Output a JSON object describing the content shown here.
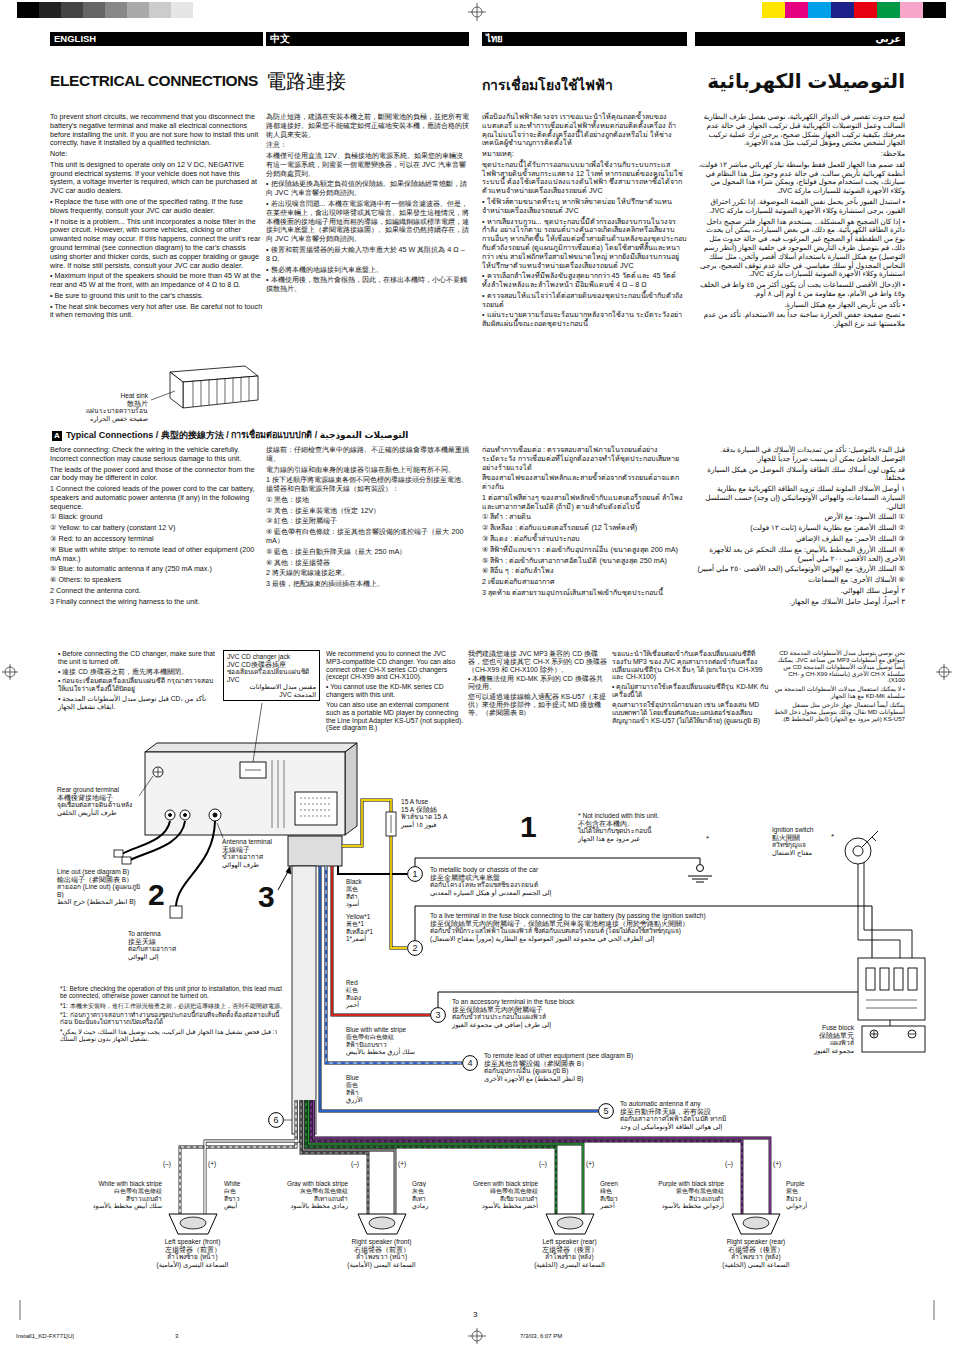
{
  "diagram": {
    "nodes": [
      {
        "text": [
          "ENGLISH"
        ]
      },
      {
        "text": [
          "中文"
        ]
      },
      {
        "text": [
          "ไทย"
        ]
      },
      {
        "text": [
          "عربي"
        ]
      },
      {
        "text": [
          "A"
        ]
      },
      {
        "text": [
          "JVC CD changer jack",
          "JVC CD換碟器插座",
          "ช่องเสียบเครื่องเปลี่ยนแผ่นซีดี JVC",
          "مقبس مبدل الاسطوانات المدمجة JVC"
        ]
      },
      {
        "text": [
          "1"
        ]
      },
      {
        "text": [
          "2"
        ]
      },
      {
        "text": [
          "3"
        ]
      },
      {
        "text": [
          "4"
        ]
      },
      {
        "text": [
          "5"
        ]
      },
      {
        "text": [
          "6"
        ]
      },
      {
        "text": [
          "Left speaker (front)",
          "左揚聲器（前置）",
          "ลำโพงซ้าย (หน้า)",
          "السماعة اليسرى (الأمامية)"
        ]
      },
      {
        "text": [
          "Right speaker (front)",
          "右揚聲器（前置）",
          "ลำโพงขวา (หน้า)",
          "السماعة اليمنى (الأمامية)"
        ]
      },
      {
        "text": [
          "Left speaker (rear)",
          "左揚聲器（後置）",
          "ลำโพงซ้าย (หลัง)",
          "السماعة اليسرى (الخلفية)"
        ]
      },
      {
        "text": [
          "Right speaker (rear)",
          "右揚聲器（後置）",
          "ลำโพงขวา (หลัง)",
          "السماعة اليمنى (الخلفية)"
        ]
      }
    ],
    "labels": [
      "ELECTRICAL CONNECTIONS",
      "To prevent short circuits, we recommend that you disconnect the battery's negative terminal and make all electrical connections before installing the unit. If you are not sure how to install this unit correctly, have it installed by a qualified technician.",
      "Note:",
      "This unit is designed to operate only on 12 V DC, NEGATIVE ground electrical systems. If your vehicle does not have this system, a voltage inverter is required, which can be purchased at JVC car audio dealers.",
      "• Replace the fuse with one of the specified rating. If the fuse blows frequently, consult your JVC car audio dealer.",
      "• If noise is a problem... This unit incorporates a noise filter in the power circuit. However, with some vehicles, clicking or other unwanted noise may occur. If this happens, connect the unit's rear ground terminal (see connection diagram) to the car's chassis using shorter and thicker cords, such as copper braiding or gauge wire. If noise still persists, consult your JVC car audio dealer.",
      "• Maximum input of the speakers should be more than 45 W at the rear and 45 W at the front, with an impedance of 4 Ω to 8 Ω.",
      "• Be sure to ground this unit to the car's chassis.",
      "• The heat sink becomes very hot after use. Be careful not to touch it when removing this unit.",
      "電路連接",
      "為防止短路，建議在安裝本機之前，斷開電池的負極，並把所有電路都連接好。如果您不能確定如何正確地安裝本機，應請合格的技術人員來安裝。",
      "注意：",
      "本機僅可使用直流 12V、負極接地的電源系統。如果您的車輛沒有這一電源系統，則需要一個電壓變換器，可以在 JVC 汽車音響分銷商處買到。",
      "• 把保險絲更換為額定負荷值的保險絲。如果保險絲經常燒斷，請向 JVC 汽車音響分銷商諮詢。",
      "• 若出現噪音問題... 本機在電源電路中有一個噪音濾波器。但是，在某些車輛上，會出現咔嗒聲或其它噪音。如果發生這種情況，將本機後面的接地端子用短而粗的導線，如編織銅線或標準電纜，連接到汽車底盤上（參閱電路接線圖）。如果噪音仍然持續存在，請向 JVC 汽車音響分銷商諮詢。",
      "• 後置和前置揚聲器的最大輸入功率應大於 45 W 其阻抗為 4 Ω – 8 Ω。",
      "• 務必將本機的地線接到汽車底盤上。",
      "• 本機使用後，散熱片會很熱，因此，在移出本機時，小心不要觸摸散熱片。",
      "การเชื่อมโยงใช้ไฟฟ้า",
      "เพื่อป้องกันไฟฟ้าลัดวงจร เราขอแนะนำให้คุณถอดขั้วลบของแบตเตอรี่ และทำการเชื่อมต่อไฟฟ้าทั้งหมดก่อนติดตั้งเครื่อง ถ้าคุณไม่แน่ใจว่าจะติดตั้งเครื่องนี้ได้อย่างถูกต้องหรือไม่ ให้ช่างเทคนิคผู้ชำนาญการติดตั้งให้",
      "หมายเหตุ:",
      "ชุดประกอบนี้ได้รับการออกแบบมาเพื่อใช้งานกับระบบกระแสไฟฟ้าสายดินขั้วลบกระแสตรง 12 โวลท์ หากรถยนต์ของคุณไม่ใช่ระบบนี้ ต้องใช้เครื่องแปลงแรงดันไฟฟ้า ซึ่งสามารถหาซื้อได้จากตัวแทนจำหน่ายเครื่องเสียงรถยนต์ JVC",
      "• ใช้ฟิวส์ตามขนาดที่ระบุ หากฟิวส์ขาดบ่อย ให้ปรึกษาตัวแทนจำหน่ายเครื่องเสียงรถยนต์ JVC",
      "• หากเสียงรบกวน... ชุดประกอบนี้มีตัวกรองเสียงรบกวนในวงจรกำลัง อย่างไรก็ตาม รถยนต์บางคันอาจเกิดเสียงคลิกหรือเสียงรบกวนอื่นๆ หากเกิดขึ้น ให้เชื่อมต่อขั้วสายดินด้านหลังของชุดประกอบกับตัวถังรถยนต์ (ดูแผนภูมิการเชื่อมต่อ) โดยใช้สายที่สั้นและหนากว่า เช่น สายไฟถักหรือสายไฟขนาดใหญ่ หากยังมีเสียงรบกวนอยู่ ให้ปรึกษาตัวแทนจำหน่ายเครื่องเสียงรถยนต์ JVC",
      "• ควรเลือกลำโพงที่มีพลังขับสูงสุดมากกว่า 45 วัตต์ และ 45 วัตต์ ทั้งลำโพงหลังและลำโพงหน้า มีอิมพีแดนซ์ 4 Ω – 8 Ω",
      "• ตรวจสอบให้แน่ใจว่าได้ต่อสายดินของชุดประกอบนี้เข้ากับตัวถังรถยนต์",
      "• แผ่นระบายความร้อนจะร้อนมากหลังจากใช้งาน ระมัดระวังอย่าสัมผัสแผ่นนี้ขณะถอดชุดประกอบนี้",
      "التوصيلات الكهربائية",
      "لمنع حدوث تقصير في الدوائر الكهربائية، نوصي بفصل طرف البطارية السالب وعمل التوصيلات الكهربائية قبل تركيب الجهاز. في حالة عدم معرفتك بكيفية تركيب الجهاز بشكل صحيح، يرجى ترك عملية تركيب الجهاز لشخص مختص ومؤهل لتركيب مثل هذه الأجهزة.",
      "ملاحظة:",
      "لقد صمم هذا الجهاز للعمل فقط بواسطة تيار كهربائي مباشر ١٢ فولت، أنظمة كهربائية تأريض سالب. في حالة عدم وجود مثل هذا النظام في سيارتك، يجب استخدام محول فولتاج، ويمكن شراء هذا المحول من وكلاء الأجهزة الصوتية للسيارات ماركة JVC.",
      "• استبدل الفيوز بآخر يحمل نفس القيمة الموصوفة. إذا تكرر احتراق الفيوز، يرجى استشارة وكلاء الأجهزة الصوتية للسيارات ماركة JVC.",
      "• إذا كان الضجيج هو المشكلة... يستخدم هذا الجهاز فلتر ضجيج داخل دائرة الطاقة الكهربائية. مع ذلك، في بعض السيارات، يمكن أن يحدث نوع من الطقطقة أو الضجيج غير المرغوب فيه. في حالة حدوث مثل ذلك، قم بتوصيل طرف التأريض الموجود في خلفية الجهاز (أنظر رسم التوصيل) مع هيكل السيارة باستخدام أسلاك أقصر وأثخن، مثل سلك النحاس المجدول أو سلك مقياسي. في حالة عدم توقف الضجيج، يرجى استشارة وكلاء الأجهزة الصوتية للسيارات ماركة JVC.",
      "• الإدخال الأقصى للسماعات يجب أن يكون أكثر من ٤٥ واط في الخلف و٤٥ واط في الأمام، مع مقاومة من ٤ أوم إلى ٨ أوم.",
      "• تأكد من تأريض الجهاز مع هيكل السيارة.",
      "• تصبح صفيحة خفض الحرارة ساخنة جداً بعد الاستخدام. تأكد من عدم ملامستها عند نزع الجهاز.",
      "Heat sink",
      "散熱片",
      "แผ่นระบายความร้อน",
      "صفيحة خفض الحرارة",
      "Typical Connections / 典型的接線方法 / การเชื่อมต่อแบบปกติ / التوصيلات النموذجية",
      "Before connecting: Check the wiring in the vehicle carefully. Incorrect connection may cause serious damage to this unit.",
      "The leads of the power cord and those of the connector from the car body may be different in color.",
      "1 Connect the colored leads of the power cord to the car battery, speakers and automatic power antenna (if any) in the following sequence.",
      "① Black: ground",
      "② Yellow: to car battery (constant 12 V)",
      "③ Red: to an accessory terminal",
      "④ Blue with white stripe: to remote lead of other equipment (200 mA max.)",
      "⑤ Blue: to automatic antenna if any (250 mA max.)",
      "⑥ Others: to speakers",
      "2 Connect the antenna cord.",
      "3 Finally connect the wiring harness to the unit.",
      "接線前：仔細檢查汽車中的線路。不正確的接線會導致本機嚴重損壞。",
      "電力線的引線和由車身的連接器引線在顏色上可能有所不同。",
      "1 按下述順序將電源線束各個不同色標的導線接頭分別接至電池、揚聲器和自動電源升降天線（如有裝設）：",
      "① 黑色：接地",
      "② 黃色：接至車裝電池（恆定 12V）",
      "③ 紅色：接至附屬端子",
      "④ 藍色帶有白色條紋：接至其他音響設備的遙控端子（最大 200 mA）",
      "⑤ 藍色：接至自動升降天線（最大 250 mA）",
      "⑥ 其他：接至揚聲器",
      "2 將天線的電線連接起來。",
      "3 最後，把配線束的插頭插在本機上。",
      "ก่อนทำการเชื่อมต่อ : ตรวจสอบสายไฟภายในรถยนต์อย่างระมัดระวัง การเชื่อมต่อที่ไม่ถูกต้องอาจทำให้ชุดประกอบเสียหายอย่างร้ายแรงได้",
      "สีของสายไฟของสายไฟหลักและสายขั้วต่อจากตัวรถยนต์อาจแตกต่างกัน",
      "1 ต่อสายไฟสีต่างๆ ของสายไฟหลักเข้ากับแบตเตอรี่รถยนต์ ลำโพง และเสาอากาศอัตโนมัติ (ถ้ามี) ตามลำดับดังต่อไปนี้",
      "① สีดำ : สายดิน",
      "② สีเหลือง : ต่อกับแบตเตอรี่รถยนต์ (12 โวลท์คงที่)",
      "③ สีแดง : ต่อกับขั้วส่วนประกอบ",
      "④ สีฟ้าที่มีแถบขาว : ต่อเข้ากับอุปกรณ์อื่น (ขนาดสูงสุด 200 mA)",
      "⑤ สีฟ้า : ต่อเข้ากับเสาอากาศอัตโนมัติ (ขนาดสูงสุด 250 mA)",
      "⑥ สีอื่น ๆ : ต่อกับลำโพง",
      "2 เชื่อมต่อกับสายอากาศ",
      "3 สุดท้าย ต่อสายรวมอุปกรณ์เส้นสายไฟเข้ากับชุดประกอบนี้",
      "قبل البدء بالتوصيل: تأكد من تمديدات الأسلاك في السيارة بدقة. التوصيل الخاطئ يمكن أن يسبب ضرراً جدياً للجهاز.",
      "قد يكون لون أسلاك سلك الطاقة وأسلاك الموصل من هيكل السيارة مختلفاً.",
      "١ أوصل الأسلاك الملونة لسلك تزويد الطاقة الكهربائية مع بطارية السيارة، السماعات، والهوائي الأوتوماتيكي (إن وجد) حسب التسلسل التالي.",
      "① السلك الأسود: مع الأرض",
      "② السلك الأصفر: مع بطارية السيارة (ثابت ١٢ فولت)",
      "③ السلك الأحمر: مع الطرف الإضافي",
      "④ السلك الأزرق المخطط بالأبيض: مع سلك التحكم عن بعد للأجهزة الأخرى (الحد الأقصى ٢٠٠ ملي أمبير)",
      "⑤ السلك الأزرق: مع الهوائي الأوتوماتيكي (الحد الأقصى ٢٥٠ ملي أمبير)",
      "⑥ الأسلاك الأخرى: مع السماعات",
      "٢ أوصل سلك الهوائي.",
      "٣ أخيراً، أوصل حامل الأسلاك مع الجهاز.",
      "• Before connecting the CD changer, make sure that the unit is turned off.",
      "• 連接 CD 換碟器之前，應先將本機關閉。",
      "• ก่อนจะเชื่อมต่อเครื่องเปลี่ยนแผ่นซีดี กรุณาตรวจสอบให้แน่ใจว่าเครื่องนี้ได้ปิดอยู่",
      "• قبل توصيل مبدل الأسطوانات المدمجة CD، تأكد من ايقاف تشغيل الجهاز.",
      "We recommend you to connect the JVC MP3-compatible CD changer. You can also connect other CH-X series CD changers (except CH-X99 and CH-X100).",
      "• You cannot use the KD-MK series CD changers with this unit.",
      "You can also use an external component such as a portable MD player by connecting the Line Input Adapter KS-U57 (not supplied). (See diagram B.)",
      "我們建議您連接 JVC MP3 兼容的 CD 換碟器，您也可連接其它 CH-X 系列的 CD 換碟器（CH-X99 和 CH-X100 除外）。",
      "• 本機無法使用 KD-MK 系列的 CD 換碟器共同使用。",
      "您可以通過連接線輸入適配器 KS-U57（未提供）來使用外接部件，如手提式 MD 播放機等。（參閱圖表 B）",
      "ขอแนะนำให้เชื่อมต่อเข้ากับเครื่องเปลี่ยนแผ่นซีดีที่รองรับ MP3 ของ JVC คุณสามารถต่อเข้ากับเครื่องเปลี่ยนแผ่นซีดีรุ่น CH-X อื่นๆ ได้ (ยกเว้นรุ่น CH-X99 และ CH-X100)",
      "• คุณไม่สามารถใช้เครื่องเปลี่ยนแผ่นซีดีรุ่น KD-MK กับเครื่องนี้ได้",
      "คุณสามารถใช้อุปกรณ์ภายนอก เช่น เครื่องเล่น MD แบบพกพาได้ โดยเชื่อมต่อกับอะแดปเตอร์ช่องเสียบสัญญาณเข้า KS-U57 (ไม่ได้ให้มาด้วย) (ดูแผนภูมิ B)",
      "نحن نوصي بتوصيل مبدل الأسطوانات المدمجة CD متوافق مع أسطوانات MP3 من صناعة JVC. يمكنك أيضاً توصيل مبدلات الأسطوانات المدمجة CD من سلسلة CH-X الأخرى (باستثناء CH-X99 و CH-X100).",
      "• لا يمكنك استعمال مبدلات الأسطوانات المدمجة من سلسلة KD-MK مع هذا الجهاز.",
      "يمكنك أيضاً استعمال جهاز خارجي مثل مشغل أسطوانات MD نقال، وذلك بتوصيل محول دخل الخط KS-U57 (غير مزود مع الجهاز) (انظر المخطط B).",
      "Rear ground terminal",
      "本機後背接地端子",
      "จุดเชื่อมต่อสายดินด้านหลัง",
      "طرف التأريض الخلفي",
      "Antenna terminal",
      "天線端子",
      "ขั้วสายอากาศ",
      "طرف الهوائي",
      "Line out (see diagram B)",
      "輸出端子（參閱圖表 B）",
      "สายออก (Line out) (ดูแผนภูมิ B)",
      "خرج الخط (انظر المخطط B)",
      "To antenna",
      "接至天線",
      "ต่อกับสายอากาศ",
      "إلى الهوائي",
      "15 A fuse",
      "15 A 保險絲",
      "ฟิวส์ขนาด 15 A",
      "فيوز ١٥ أمبير",
      "Black",
      "黑色",
      "สีดำ",
      "أسود",
      "Yellow*1",
      "黃色*1",
      "สีเหลือง*1",
      "أصفر*1",
      "Red",
      "紅色",
      "สีแดง",
      "أحمر",
      "Blue with white stripe",
      "藍色帶有白色條紋",
      "สีฟ้ามีแถบขาว",
      "سلك أزرق مخطط بالأبيض",
      "Blue",
      "藍色",
      "สีฟ้า",
      "الأزرق",
      "1",
      "2",
      "3",
      "* Not included with this unit.",
      "不包含在本機內。",
      "ไม่ได้ให้มากับชุดประกอบนี้",
      "غير مزود مع هذا الجهاز",
      "To metallic body or chassis of the car",
      "接至金屬體或汽車底盤",
      "ต่อกับโครงโลหะหรือแชสซีของรถยนต์",
      "إلى الجسم المعدني أو هيكل السيارة المعدني",
      "To a live terminal in the fuse block connecting to the car battery (by passing the ignition switch)",
      "接至保險絲單元內的附屬端子，保險絲單元與車裝電池相連接（用於旁路點火開關）",
      "ต่อกับขั้วที่มีกระแสไฟฟ้าในแผงฟิวส์ ซึ่งต่อกับแบตเตอรี่รถยนต์ (โดยไม่ต้องใช้สวิทช์กุญแจ)",
      "إلى الطرف الحي في مجموعة الفيوز الموصولة مع البطارية (مروراً بمفتاح الاشتعال)",
      "To an accessory terminal in the fuse block",
      "接至保險絲單元內的附屬端子",
      "ต่อกับขั้วส่วนประกอบในแผงฟิวส์",
      "إلى طرف إضافي في مجموعة الفيوز",
      "To remote lead of other equipment (see diagram B)",
      "接至其他音響設備（參閱圖表 B）",
      "ต่อกับอุปกรณ์อื่น (ดูแผนภูมิ B)",
      "مع الأجهزة الأخرى (انظر المخطط B)",
      "To automatic antenna if any",
      "接至自動升降天線，若有裝設",
      "ต่อกับเสาอากาศไฟฟ้าอัตโนมัติ หากมี",
      "إلى هوائي الطاقة الأوتوماتيكي إن وجد",
      "Ignition switch",
      "點火開關",
      "สวิทช์กุญแจ",
      "مفتاح الاشتعال",
      "Fuse block",
      "保險絲單元",
      "แผงฟิวส์",
      "مجموعة الفيوز",
      "*1: Before checking the operation of this unit prior to installation, this lead must be connected, otherwise power cannot be turned on.",
      "*1: 本機未安裝時，進行工作狀況檢查之前，必須把這導線接上，否則不能開啟電源。",
      "*1: ก่อนการตรวจสอบการทำงานของชุดประกอบนี้ก่อนที่จะติดตั้ง ต้องต่อสายเส้นนี้ก่อน มิฉะนั้นจะไม่สามารถเปิดเครื่องได้",
      "*١: قبل فحص تشغيل هذا الجهاز قبل التركيب، يجب توصيل هذا السلك، حيث لا يمكن تشغيل الجهاز بدون توصيل السلك.",
      "*",
      "*",
      "White with black stripe",
      "白色帶有黑色條紋",
      "สีขาวแถบดำ",
      "سلك أبيض مخطط بالأسود",
      "White",
      "白色",
      "สีขาว",
      "أبيض",
      "Gray with black stripe",
      "灰色帶有黑色條紋",
      "สีเทาแถบดำ",
      "رمادي مخطط بالأسود",
      "Gray",
      "灰色",
      "สีเทา",
      "رمادي",
      "Green with black stripe",
      "綠色帶有黑色條紋",
      "สีเขียวแถบดำ",
      "أخضر مخطط بالأسود",
      "Green",
      "綠色",
      "สีเขียว",
      "أخضر",
      "Purple with black stripe",
      "紫色帶有黑色條紋",
      "สีม่วงแถบดำ",
      "أرجواني مخطط بالأسود",
      "Purple",
      "紫色",
      "สีม่วง",
      "أرجواني",
      "(–)",
      "(+)",
      "(–)",
      "(+)",
      "(–)",
      "(+)",
      "(–)",
      "(+)",
      "3",
      "Install1_KD-FX771[U]",
      "3",
      "7/3/03, 6:07 PM"
    ]
  }
}
